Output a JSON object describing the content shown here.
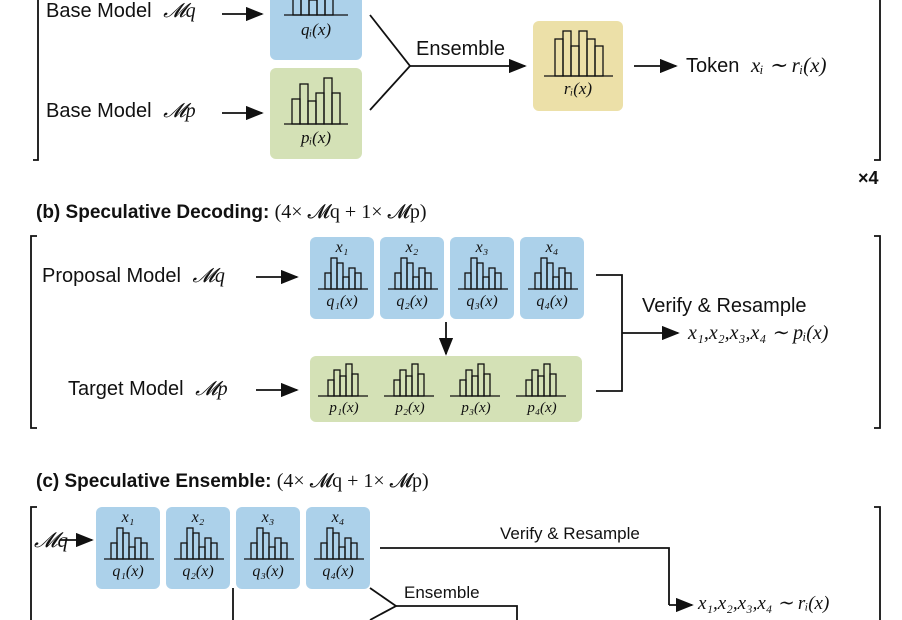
{
  "panel_a": {
    "base_q_label": "Base Model",
    "base_q_math": "𝓜q",
    "base_p_label": "Base Model",
    "base_p_math": "𝓜p",
    "q_dist": "qᵢ(x)",
    "p_dist": "pᵢ(x)",
    "ensemble_label": "Ensemble",
    "r_dist": "rᵢ(x)",
    "token_label": "Token",
    "token_math": "xᵢ ∼ rᵢ(x)",
    "repeat": "×4"
  },
  "panel_b": {
    "title_bold": "(b) Speculative Decoding:",
    "title_math": "(4× 𝓜q + 1× 𝓜p)",
    "proposal_label": "Proposal Model",
    "proposal_math": "𝓜q",
    "target_label": "Target Model",
    "target_math": "𝓜p",
    "tokens": [
      "x₁",
      "x₂",
      "x₃",
      "x₄"
    ],
    "q_dists": [
      "q₁(x)",
      "q₂(x)",
      "q₃(x)",
      "q₄(x)"
    ],
    "p_dists": [
      "p₁(x)",
      "p₂(x)",
      "p₃(x)",
      "p₄(x)"
    ],
    "verify_label": "Verify & Resample",
    "result_math": "x₁,x₂,x₃,x₄ ∼ pᵢ(x)"
  },
  "panel_c": {
    "title_bold": "(c) Speculative Ensemble:",
    "title_math": "(4× 𝓜q + 1× 𝓜p)",
    "model_math": "𝓜q",
    "tokens": [
      "x₁",
      "x₂",
      "x₃",
      "x₄"
    ],
    "q_dists": [
      "q₁(x)",
      "q₂(x)",
      "q₃(x)",
      "q₄(x)"
    ],
    "verify_label": "Verify & Resample",
    "ensemble_label": "Ensemble",
    "result_math": "x₁,x₂,x₃,x₄ ∼ rᵢ(x)"
  },
  "colors": {
    "proposal_blue": "#acd1ea",
    "target_green": "#d4e1b6",
    "ensemble_yellow": "#ece0a8"
  }
}
